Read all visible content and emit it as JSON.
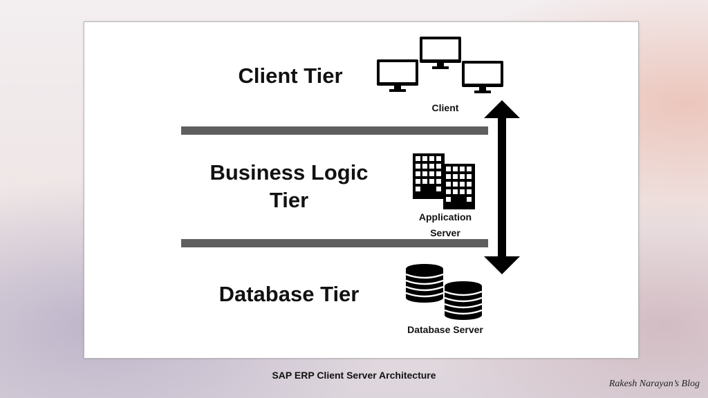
{
  "diagram": {
    "tiers": {
      "client": "Client Tier",
      "business_logic": "Business Logic Tier",
      "database": "Database Tier"
    },
    "nodes": {
      "client": "Client",
      "application_server": "Application Server",
      "database_server": "Database Server"
    },
    "caption": "SAP ERP Client Server Architecture",
    "author": "Rakesh Narayan’s Blog"
  }
}
